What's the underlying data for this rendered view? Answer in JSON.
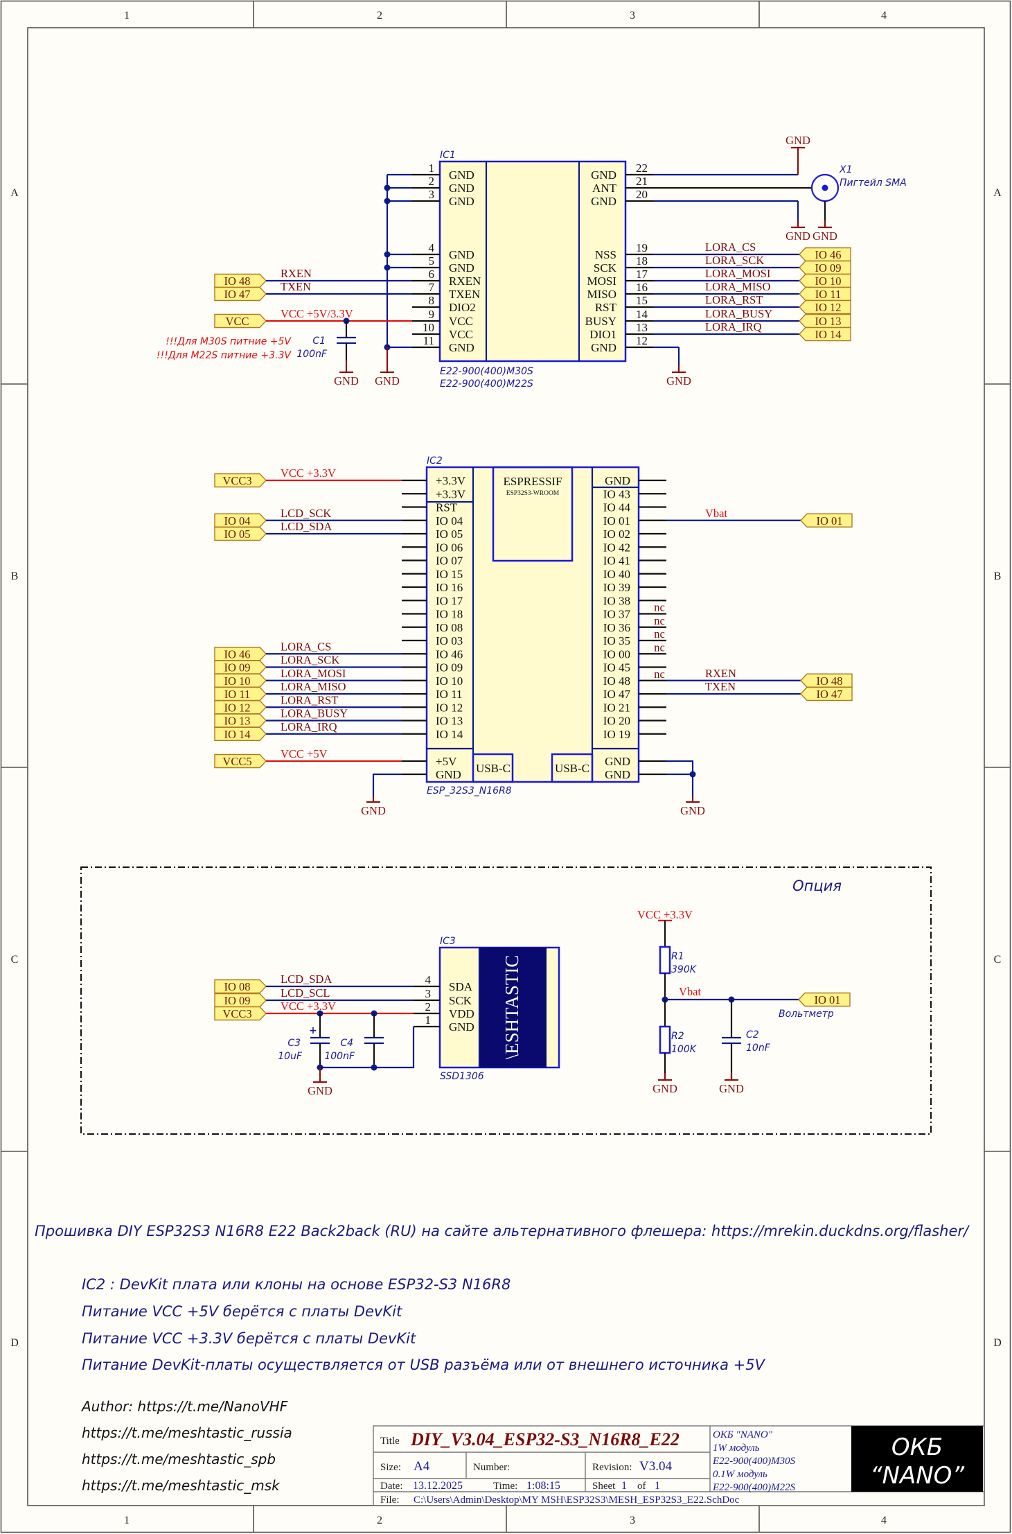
{
  "frame": {
    "columns": [
      "1",
      "2",
      "3",
      "4"
    ],
    "rows": [
      "A",
      "B",
      "C",
      "D"
    ]
  },
  "ic1": {
    "designator": "IC1",
    "parts": [
      "E22-900(400)M30S",
      "E22-900(400)M22S"
    ],
    "left_pins": [
      {
        "num": "1",
        "name": "GND"
      },
      {
        "num": "2",
        "name": "GND"
      },
      {
        "num": "3",
        "name": "GND"
      },
      {
        "num": "4",
        "name": "GND"
      },
      {
        "num": "5",
        "name": "GND"
      },
      {
        "num": "6",
        "name": "RXEN"
      },
      {
        "num": "7",
        "name": "TXEN"
      },
      {
        "num": "8",
        "name": "DIO2"
      },
      {
        "num": "9",
        "name": "VCC"
      },
      {
        "num": "10",
        "name": "VCC"
      },
      {
        "num": "11",
        "name": "GND"
      }
    ],
    "right_pins": [
      {
        "num": "22",
        "name": "GND"
      },
      {
        "num": "21",
        "name": "ANT"
      },
      {
        "num": "20",
        "name": "GND"
      },
      {
        "num": "19",
        "name": "NSS"
      },
      {
        "num": "18",
        "name": "SCK"
      },
      {
        "num": "17",
        "name": "MOSI"
      },
      {
        "num": "16",
        "name": "MISO"
      },
      {
        "num": "15",
        "name": "RST"
      },
      {
        "num": "14",
        "name": "BUSY"
      },
      {
        "num": "13",
        "name": "DIO1"
      },
      {
        "num": "12",
        "name": "GND"
      }
    ],
    "left_ports": [
      {
        "port": "IO 48",
        "net": "RXEN"
      },
      {
        "port": "IO 47",
        "net": "TXEN"
      },
      {
        "port": "VCC",
        "net": "VCC +5V/3.3V"
      }
    ],
    "right_nets": [
      {
        "net": "LORA_CS",
        "port": "IO 46"
      },
      {
        "net": "LORA_SCK",
        "port": "IO 09"
      },
      {
        "net": "LORA_MOSI",
        "port": "IO 10"
      },
      {
        "net": "LORA_MISO",
        "port": "IO 11"
      },
      {
        "net": "LORA_RST",
        "port": "IO 12"
      },
      {
        "net": "LORA_BUSY",
        "port": "IO 13"
      },
      {
        "net": "LORA_IRQ",
        "port": "IO 14"
      }
    ],
    "notes": [
      "!!!Для M30S питние +5V",
      "!!!Для M22S питние +3.3V"
    ],
    "cap": {
      "designator": "C1",
      "value": "100nF"
    },
    "antenna": {
      "designator": "X1",
      "label": "Пигтейл SMA"
    },
    "gnd_label": "GND"
  },
  "ic2": {
    "designator": "IC2",
    "part": "ESP_32S3_N16R8",
    "brand": "ESPRESSIF",
    "module": "ESP32S3-WROOM",
    "usb_labels": [
      "USB-C",
      "USB-C"
    ],
    "left_pins": [
      "+3.3V",
      "+3.3V",
      "RST",
      "IO 04",
      "IO 05",
      "IO 06",
      "IO 07",
      "IO 15",
      "IO 16",
      "IO 17",
      "IO 18",
      "IO 08",
      "IO 03",
      "IO 46",
      "IO 09",
      "IO 10",
      "IO 11",
      "IO 12",
      "IO 13",
      "IO 14"
    ],
    "left_bottom_pins": [
      "+5V",
      "GND"
    ],
    "right_pins": [
      "GND",
      "IO 43",
      "IO 44",
      "IO 01",
      "IO 02",
      "IO 42",
      "IO 41",
      "IO 40",
      "IO 39",
      "IO 38",
      "IO 37",
      "IO 36",
      "IO 35",
      "IO 00",
      "IO 45",
      "IO 48",
      "IO 47",
      "IO 21",
      "IO 20",
      "IO 19"
    ],
    "right_bottom_pins": [
      "GND",
      "GND"
    ],
    "nc_label": "nc",
    "left_ports": [
      {
        "row": 0,
        "port": "VCC3",
        "net": "VCC +3.3V",
        "power": true
      },
      {
        "row": 3,
        "port": "IO 04",
        "net": "LCD_SCK"
      },
      {
        "row": 4,
        "port": "IO 05",
        "net": "LCD_SDA"
      },
      {
        "row": 13,
        "port": "IO 46",
        "net": "LORA_CS"
      },
      {
        "row": 14,
        "port": "IO 09",
        "net": "LORA_SCK"
      },
      {
        "row": 15,
        "port": "IO 10",
        "net": "LORA_MOSI"
      },
      {
        "row": 16,
        "port": "IO 11",
        "net": "LORA_MISO"
      },
      {
        "row": 17,
        "port": "IO 12",
        "net": "LORA_RST"
      },
      {
        "row": 18,
        "port": "IO 13",
        "net": "LORA_BUSY"
      },
      {
        "row": 19,
        "port": "IO 14",
        "net": "LORA_IRQ"
      }
    ],
    "vcc5_port": {
      "port": "VCC5",
      "net": "VCC +5V"
    },
    "right_ports": [
      {
        "row": 3,
        "port": "IO 01",
        "net": "Vbat"
      },
      {
        "row": 15,
        "port": "IO 48",
        "net": "RXEN"
      },
      {
        "row": 16,
        "port": "IO 47",
        "net": "TXEN"
      }
    ],
    "nc_rows": [
      10,
      11,
      12,
      13,
      15
    ]
  },
  "option": {
    "title": "Опция",
    "ic3": {
      "designator": "IC3",
      "part": "SSD1306",
      "logo": "\\ESHTASTIC",
      "pins": [
        {
          "num": "4",
          "name": "SDA",
          "port": "IO 08",
          "net": "LCD_SDA"
        },
        {
          "num": "3",
          "name": "SCK",
          "port": "IO 09",
          "net": "LCD_SCL"
        },
        {
          "num": "2",
          "name": "VDD",
          "port": "VCC3",
          "net": "VCC +3.3V"
        },
        {
          "num": "1",
          "name": "GND"
        }
      ]
    },
    "c3": {
      "designator": "C3",
      "value": "10uF"
    },
    "c4": {
      "designator": "C4",
      "value": "100nF"
    },
    "divider": {
      "supply": "VCC +3.3V",
      "r1": {
        "designator": "R1",
        "value": "390K"
      },
      "r2": {
        "designator": "R2",
        "value": "100K"
      },
      "c2": {
        "designator": "C2",
        "value": "10nF"
      },
      "net": "Vbat",
      "port": "IO 01",
      "port_caption": "Вольтметр"
    }
  },
  "notes": {
    "firmware": "Прошивка DIY ESP32S3 N16R8 E22 Back2back (RU) на сайте альтернативного флешера: https://mrekin.duckdns.org/flasher/",
    "lines": [
      "IC2 : DevKit плата или клоны на основе ESP32-S3 N16R8",
      "Питание VCC +5V берётся с платы DevKit",
      "Питание VCC +3.3V берётся с платы DevKit",
      "Питание DevKit-платы осуществляется от USB разъёма или от внешнего источника +5V"
    ],
    "author": [
      "Author: https://t.me/NanoVHF",
      "https://t.me/meshtastic_russia",
      "https://t.me/meshtastic_spb",
      "https://t.me/meshtastic_msk"
    ]
  },
  "title_block": {
    "title_label": "Title",
    "title": "DIY_V3.04_ESP32-S3_N16R8_E22",
    "size_label": "Size:",
    "size": "A4",
    "number_label": "Number:",
    "revision_label": "Revision:",
    "revision": "V3.04",
    "date_label": "Date:",
    "date": "13.12.2025",
    "time_label": "Time:",
    "time": "1:08:15",
    "sheet_label": "Sheet",
    "sheet": "1",
    "of_label": "of",
    "sheets": "1",
    "file_label": "File:",
    "file": "C:\\Users\\Admin\\Desktop\\MY MSH\\ESP32S3\\MESH_ESP32S3_E22.SchDoc",
    "org_lines": [
      "ОКБ \"NANO\"",
      "1W модуль",
      "E22-900(400)M30S",
      "0.1W модуль",
      "E22-900(400)M22S"
    ],
    "logo_lines": [
      "ОКБ",
      "“NANO”"
    ]
  }
}
